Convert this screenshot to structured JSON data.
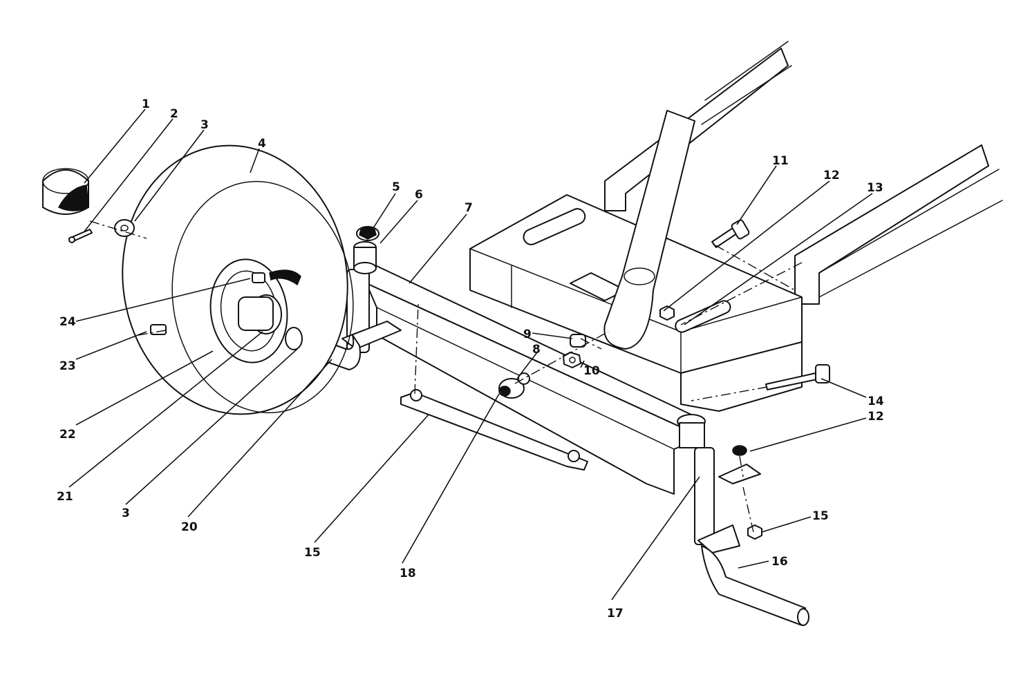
{
  "callouts": {
    "c1": "1",
    "c2": "2",
    "c3a": "3",
    "c4": "4",
    "c5": "5",
    "c6": "6",
    "c7": "7",
    "c8": "8",
    "c9": "9",
    "c10": "10",
    "c11": "11",
    "c12a": "12",
    "c13": "13",
    "c14": "14",
    "c12b": "12",
    "c15b": "15",
    "c16": "16",
    "c17": "17",
    "c18": "18",
    "c15a": "15",
    "c20": "20",
    "c3b": "3",
    "c21": "21",
    "c22": "22",
    "c23": "23",
    "c24": "24"
  },
  "colors": {
    "ink": "#111111",
    "paper": "#ffffff"
  }
}
